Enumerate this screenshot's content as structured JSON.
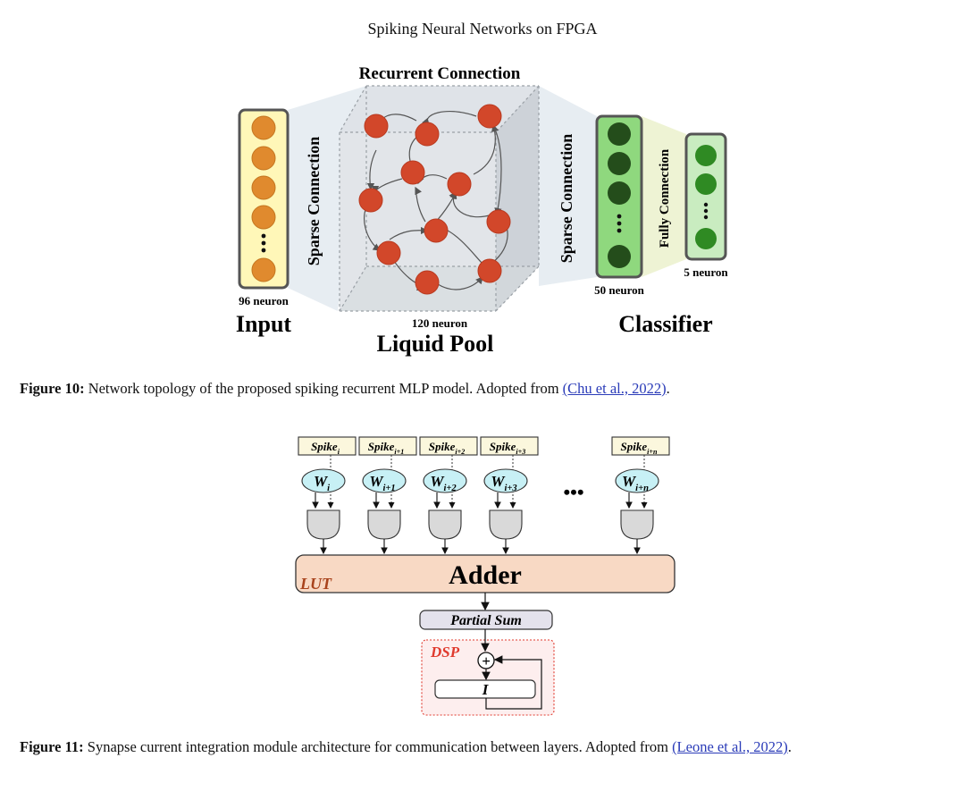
{
  "header": {
    "running_title": "Spiking Neural Networks on FPGA"
  },
  "figure10": {
    "recurrent_label": "Recurrent Connection",
    "sparse_left": "Sparse Connection",
    "sparse_right": "Sparse Connection",
    "fully_label": "Fully Connection",
    "input_count": "96 neuron",
    "pool_count": "120 neuron",
    "hidden_count": "50 neuron",
    "output_count": "5 neuron",
    "input_title": "Input",
    "pool_title": "Liquid Pool",
    "classifier_title": "Classifier",
    "colors": {
      "input_bg": "#fff7b8",
      "input_neuron": "#e08a2e",
      "pool_neuron": "#d2472a",
      "hidden_bg": "#8fd87e",
      "hidden_neuron": "#244d1b",
      "output_bg": "#c9ecc0",
      "output_neuron": "#2f8a23"
    },
    "caption_label": "Figure 10:",
    "caption_text": " Network topology of the proposed spiking recurrent MLP model. Adopted from ",
    "caption_link": "(Chu et al., 2022)",
    "caption_end": "."
  },
  "figure11": {
    "spikes": [
      {
        "base": "Spike",
        "sub": "i"
      },
      {
        "base": "Spike",
        "sub": "i+1"
      },
      {
        "base": "Spike",
        "sub": "i+2"
      },
      {
        "base": "Spike",
        "sub": "i+3"
      },
      {
        "base": "Spike",
        "sub": "i+n"
      }
    ],
    "weights": [
      {
        "base": "W",
        "sub": "i"
      },
      {
        "base": "W",
        "sub": "i+1"
      },
      {
        "base": "W",
        "sub": "i+2"
      },
      {
        "base": "W",
        "sub": "i+3"
      },
      {
        "base": "W",
        "sub": "i+n"
      }
    ],
    "ellipsis": "•••",
    "adder_label": "Adder",
    "lut_label": "LUT",
    "partial_sum_label": "Partial Sum",
    "dsp_label": "DSP",
    "plus_symbol": "+",
    "register_label": "I",
    "colors": {
      "spike_bg": "#fbf7dd",
      "weight_bg": "#c7f0f5",
      "adder_bg": "#f8d9c4",
      "lut_text": "#a8431c",
      "partial_bg": "#e4e2ec",
      "dsp_text": "#e03a2e",
      "dsp_bg": "#fdeeee"
    },
    "caption_label": "Figure 11:",
    "caption_text": " Synapse current integration module architecture for communication between layers. Adopted from ",
    "caption_link": "(Leone et al., 2022)",
    "caption_end": "."
  }
}
